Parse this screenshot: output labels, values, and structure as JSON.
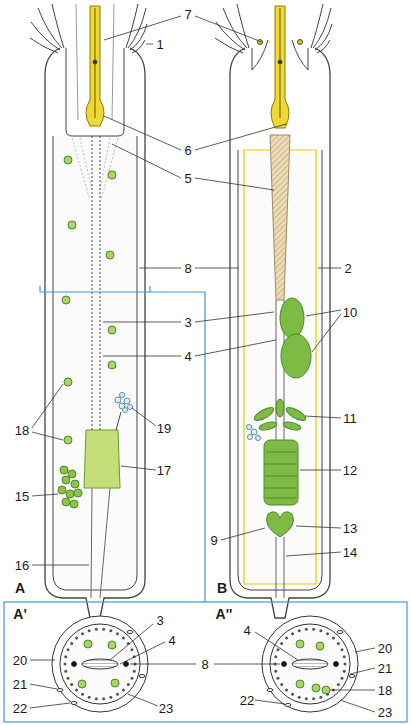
{
  "diagram": {
    "labels": [
      "7",
      "1",
      "6",
      "5",
      "8",
      "2",
      "3",
      "4",
      "10",
      "18",
      "19",
      "11",
      "15",
      "17",
      "12",
      "9",
      "13",
      "14",
      "16",
      "A",
      "B",
      "A'",
      "3",
      "4",
      "8",
      "20",
      "21",
      "22",
      "23",
      "A''",
      "4",
      "20",
      "21",
      "18",
      "22",
      "23"
    ]
  }
}
